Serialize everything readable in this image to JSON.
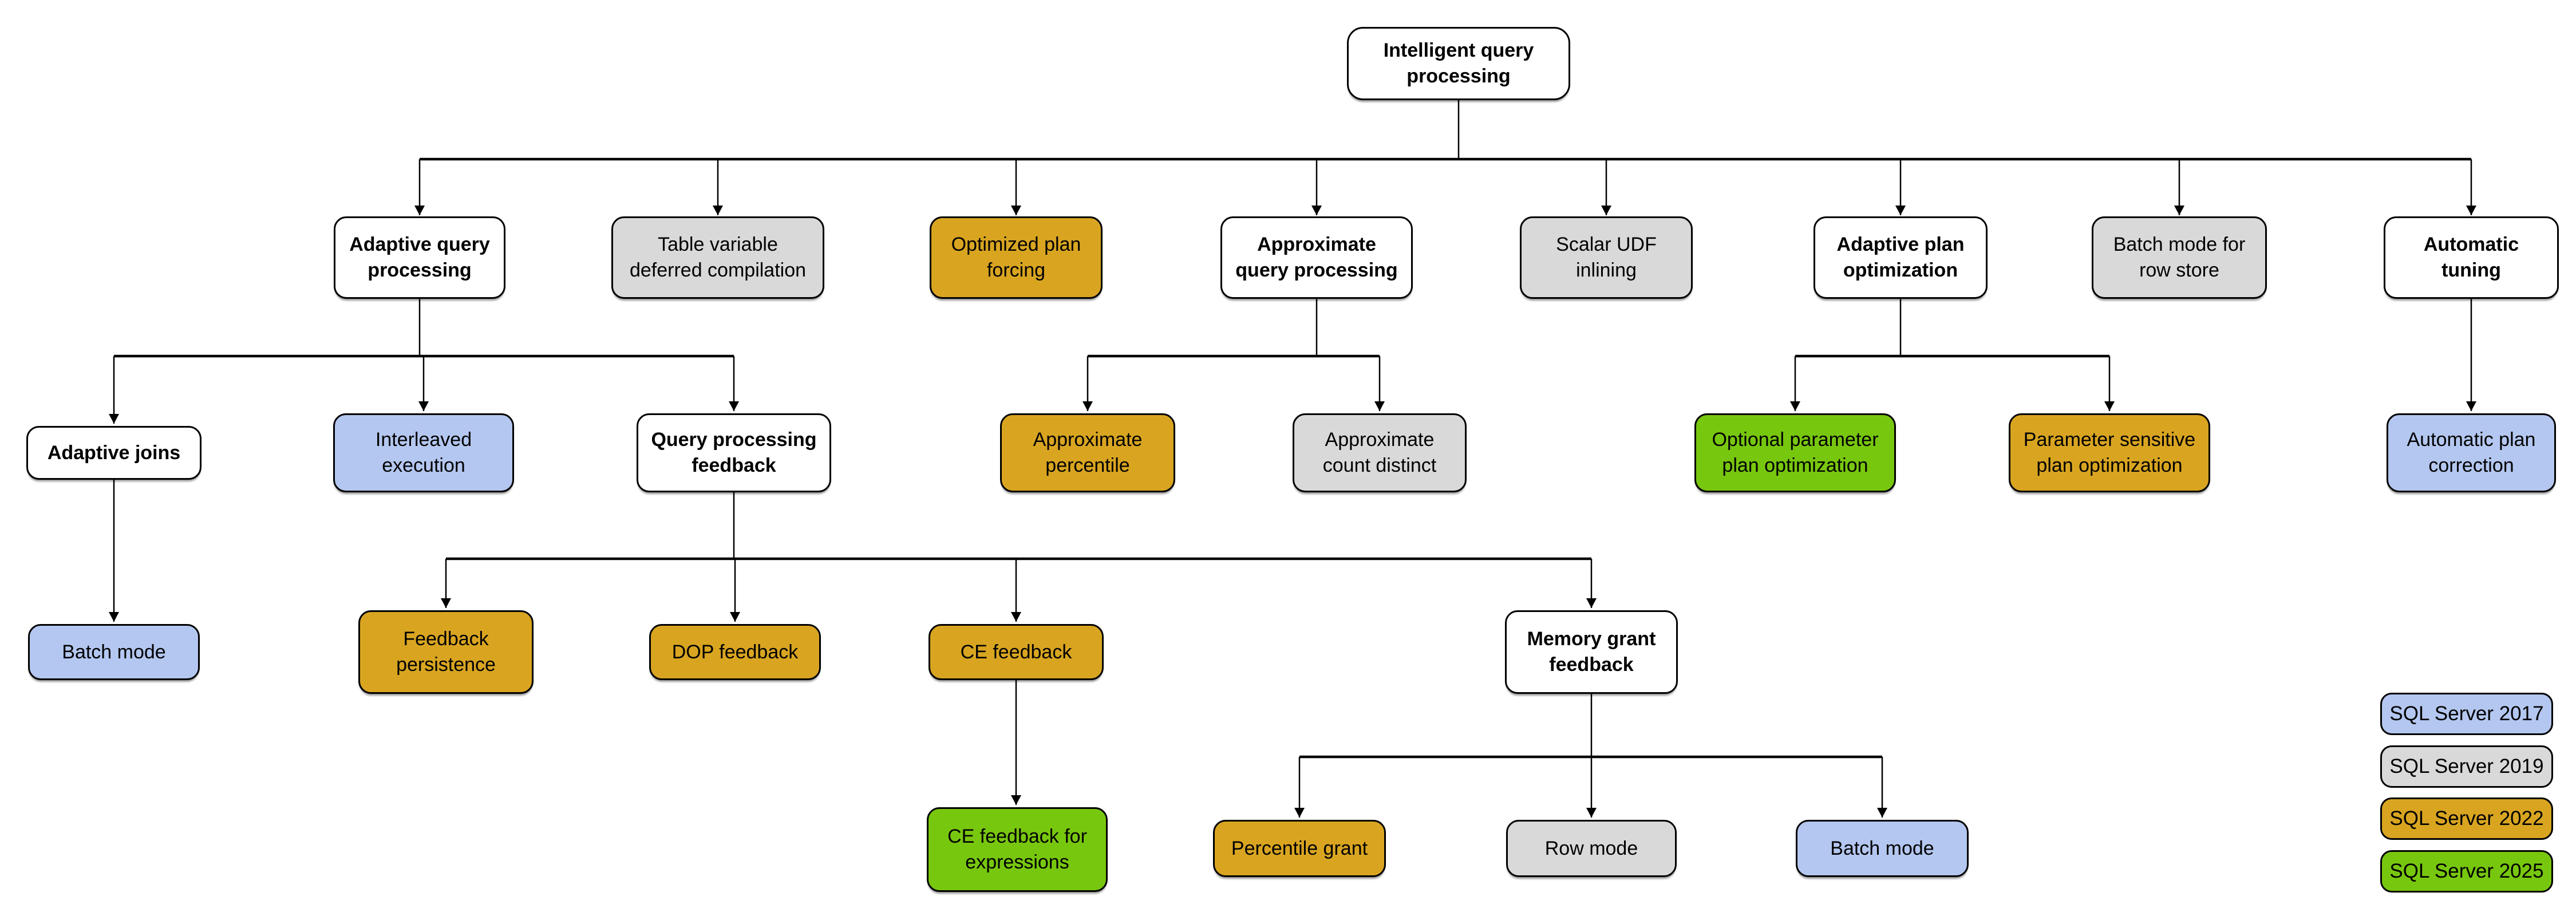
{
  "diagram": {
    "colors": {
      "category": "#FFFFFF",
      "2017": "#B4C7F0",
      "2019": "#D9D9D9",
      "2022": "#D9A521",
      "2025": "#78C70F"
    },
    "nodes": [
      {
        "id": "intelligent-query-processing",
        "label": "Intelligent query\nprocessing",
        "version": "category"
      },
      {
        "id": "adaptive-query-processing",
        "label": "Adaptive query\nprocessing",
        "version": "category"
      },
      {
        "id": "table-variable-deferred-compilation",
        "label": "Table variable\ndeferred compilation",
        "version": "2019"
      },
      {
        "id": "optimized-plan-forcing",
        "label": "Optimized plan\nforcing",
        "version": "2022"
      },
      {
        "id": "approximate-query-processing",
        "label": "Approximate\nquery processing",
        "version": "category"
      },
      {
        "id": "scalar-udf-inlining",
        "label": "Scalar UDF\ninlining",
        "version": "2019"
      },
      {
        "id": "adaptive-plan-optimization",
        "label": "Adaptive plan\noptimization",
        "version": "category"
      },
      {
        "id": "batch-mode-for-row-store",
        "label": "Batch mode for\nrow store",
        "version": "2019"
      },
      {
        "id": "automatic-tuning",
        "label": "Automatic\ntuning",
        "version": "category"
      },
      {
        "id": "adaptive-joins",
        "label": "Adaptive joins",
        "version": "category"
      },
      {
        "id": "interleaved-execution",
        "label": "Interleaved\nexecution",
        "version": "2017"
      },
      {
        "id": "query-processing-feedback",
        "label": "Query processing\nfeedback",
        "version": "category"
      },
      {
        "id": "approximate-percentile",
        "label": "Approximate\npercentile",
        "version": "2022"
      },
      {
        "id": "approximate-count-distinct",
        "label": "Approximate\ncount distinct",
        "version": "2019"
      },
      {
        "id": "optional-parameter-plan-optimization",
        "label": "Optional parameter\nplan optimization",
        "version": "2025"
      },
      {
        "id": "parameter-sensitive-plan-optimization",
        "label": "Parameter sensitive\nplan optimization",
        "version": "2022"
      },
      {
        "id": "automatic-plan-correction",
        "label": "Automatic plan\ncorrection",
        "version": "2017"
      },
      {
        "id": "batch-mode-adaptive-joins",
        "label": "Batch mode",
        "version": "2017"
      },
      {
        "id": "feedback-persistence",
        "label": "Feedback\npersistence",
        "version": "2022"
      },
      {
        "id": "dop-feedback",
        "label": "DOP feedback",
        "version": "2022"
      },
      {
        "id": "ce-feedback",
        "label": "CE feedback",
        "version": "2022"
      },
      {
        "id": "memory-grant-feedback",
        "label": "Memory grant\nfeedback",
        "version": "category"
      },
      {
        "id": "ce-feedback-for-expressions",
        "label": "CE feedback for\nexpressions",
        "version": "2025"
      },
      {
        "id": "percentile-grant",
        "label": "Percentile grant",
        "version": "2022"
      },
      {
        "id": "row-mode",
        "label": "Row mode",
        "version": "2019"
      },
      {
        "id": "batch-mode-memory-grant",
        "label": "Batch mode",
        "version": "2017"
      }
    ],
    "legend": [
      {
        "label": "SQL Server 2017",
        "version": "2017"
      },
      {
        "label": "SQL Server 2019",
        "version": "2019"
      },
      {
        "label": "SQL Server 2022",
        "version": "2022"
      },
      {
        "label": "SQL Server 2025",
        "version": "2025"
      }
    ]
  }
}
